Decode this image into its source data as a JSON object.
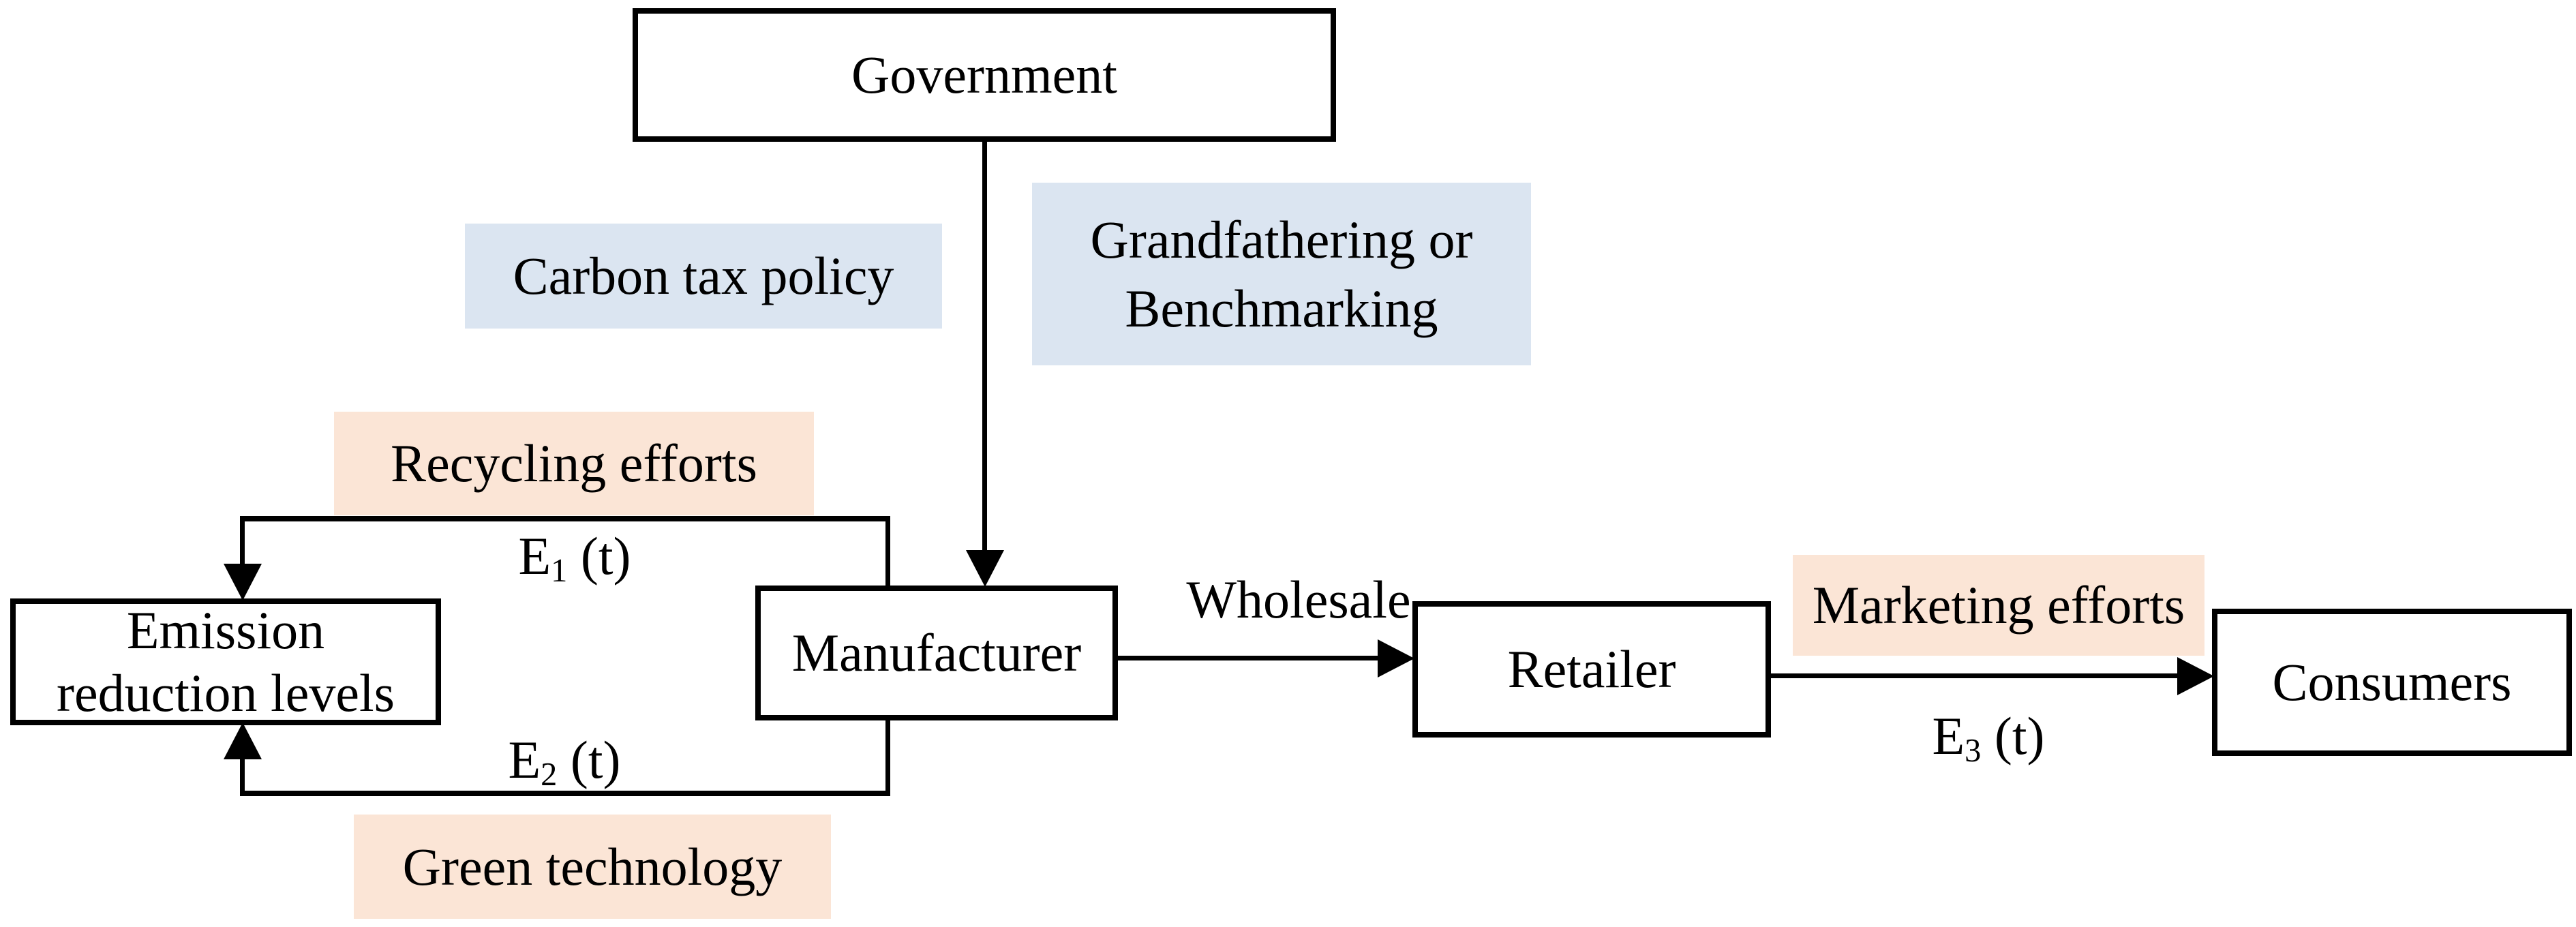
{
  "nodes": {
    "government": {
      "label": "Government"
    },
    "emission": {
      "line1": "Emission",
      "line2": "reduction levels"
    },
    "manufacturer": {
      "label": "Manufacturer"
    },
    "retailer": {
      "label": "Retailer"
    },
    "consumers": {
      "label": "Consumers"
    }
  },
  "annotations": {
    "carbon_tax": {
      "label": "Carbon tax policy"
    },
    "grandfathering": {
      "line1": "Grandfathering or",
      "line2": "Benchmarking"
    },
    "recycling": {
      "label": "Recycling efforts"
    },
    "marketing": {
      "label": "Marketing efforts"
    },
    "green_tech": {
      "label": "Green technology"
    }
  },
  "edge_labels": {
    "wholesale": {
      "label": "Wholesale"
    },
    "e1": {
      "base": "E",
      "sub": "1",
      "arg": " (t)"
    },
    "e2": {
      "base": "E",
      "sub": "2",
      "arg": " (t)"
    },
    "e3": {
      "base": "E",
      "sub": "3",
      "arg": " (t)"
    }
  },
  "colors": {
    "policy_highlight": "#dbe5f1",
    "effort_highlight": "#fbe5d6",
    "line": "#000000",
    "background": "#ffffff"
  }
}
